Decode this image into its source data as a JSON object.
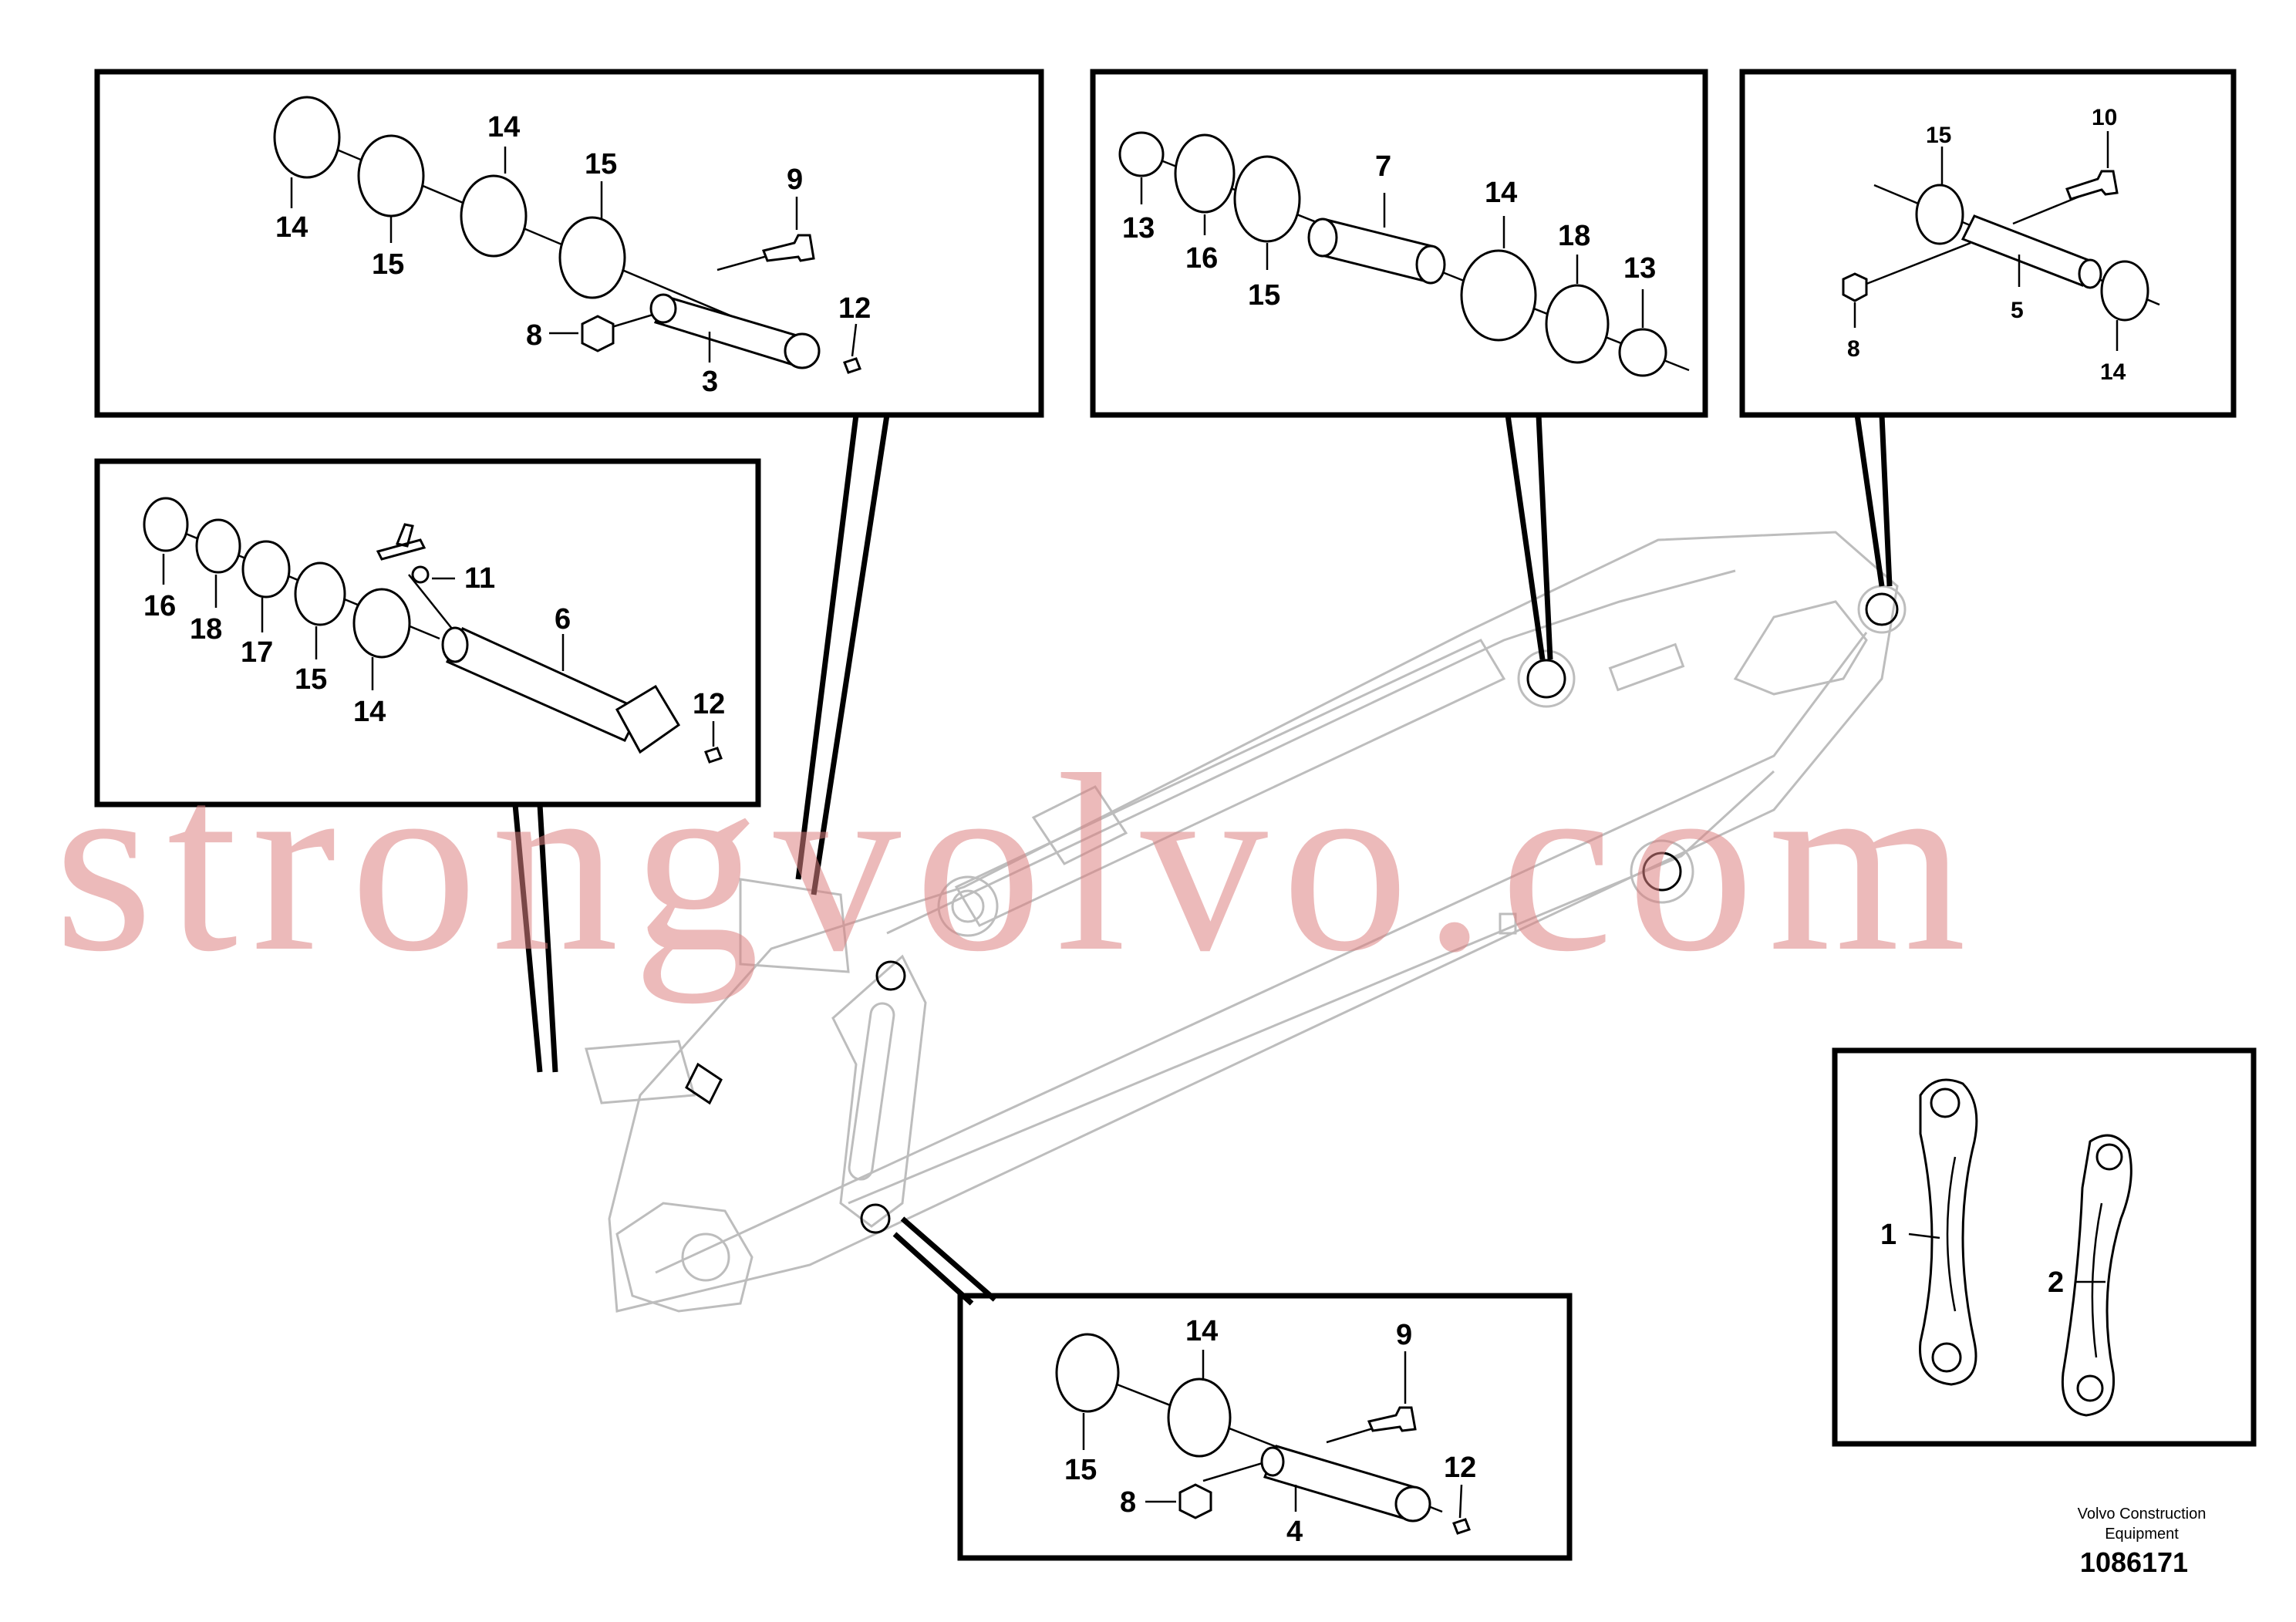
{
  "diagram": {
    "brand": "Volvo Construction Equipment",
    "drawing_number": "1086171",
    "watermark": "strongvolvo.com"
  },
  "panels": {
    "top_left": {
      "labels": [
        "14",
        "15",
        "14",
        "15",
        "9",
        "8",
        "3",
        "12"
      ]
    },
    "top_middle": {
      "labels": [
        "13",
        "16",
        "15",
        "7",
        "14",
        "18",
        "13"
      ]
    },
    "top_right": {
      "labels": [
        "15",
        "10",
        "8",
        "5",
        "14"
      ]
    },
    "mid_left": {
      "labels": [
        "16",
        "18",
        "17",
        "15",
        "14",
        "11",
        "6",
        "12"
      ]
    },
    "bottom_center": {
      "labels": [
        "14",
        "9",
        "15",
        "8",
        "4",
        "12"
      ]
    },
    "bottom_right": {
      "labels": [
        "1",
        "2"
      ]
    }
  }
}
